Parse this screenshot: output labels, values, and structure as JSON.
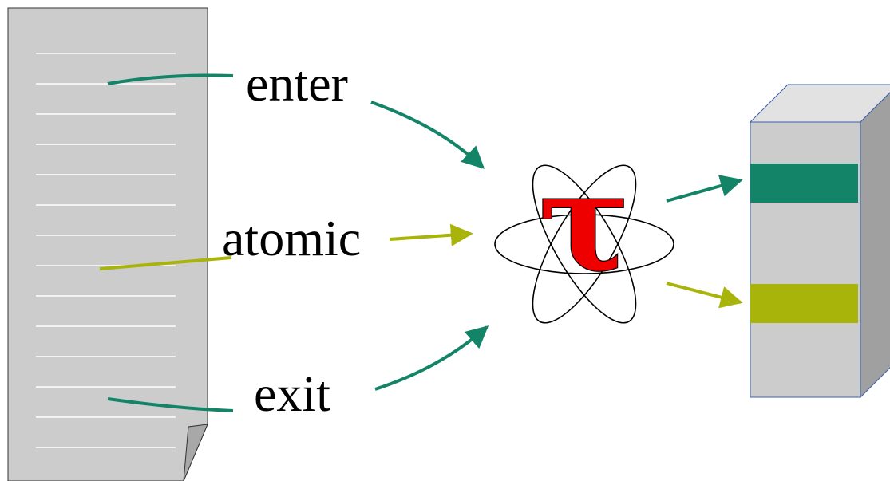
{
  "labels": {
    "enter": "enter",
    "atomic": "atomic",
    "exit": "exit"
  },
  "logo": {
    "glyph": "τ",
    "glyph_color": "#ee0000",
    "orbit_color": "#000000"
  },
  "colors": {
    "green": "#138467",
    "olive": "#a8b40a",
    "document": "#cccccc",
    "document_lines": "#ffffff",
    "server_front": "#cccccc",
    "server_side": "#a0a0a0",
    "server_edge": "#3b5fa8"
  },
  "icons": {
    "source_file": "document-icon",
    "logo": "tau-atom-logo",
    "storage": "database-server-icon"
  }
}
